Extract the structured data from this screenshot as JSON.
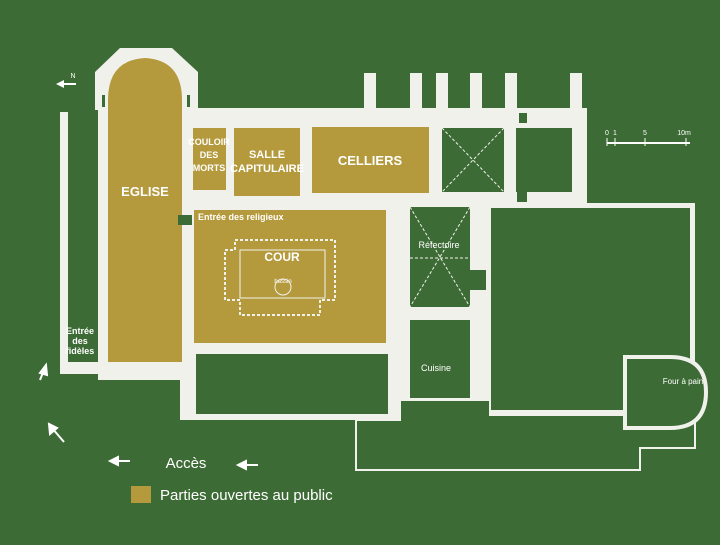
{
  "colors": {
    "background": "#3d6b35",
    "wall": "#f1f1ec",
    "open_to_public": "#b49a3c",
    "closed_room": "#3d6b35",
    "text": "#ffffff"
  },
  "labels": {
    "eglise": "EGLISE",
    "couloir": [
      "COULOIR",
      "DES",
      "MORTS"
    ],
    "salle": [
      "SALLE",
      "CAPITULAIRE"
    ],
    "celliers": "CELLIERS",
    "entree_religieux": "Entrée des religieux",
    "cour": "COUR",
    "bassin": "bassin",
    "refectoire": "Réfectoire",
    "cuisine": "Cuisine",
    "four": "Four à pain",
    "entree_fideles": [
      "Entrée",
      "des",
      "fidèles"
    ],
    "north": "N"
  },
  "scale": {
    "ticks": [
      "0",
      "1",
      "5",
      "10m"
    ]
  },
  "access": {
    "label": "Accès"
  },
  "legend": {
    "label": "Parties ouvertes au public"
  }
}
